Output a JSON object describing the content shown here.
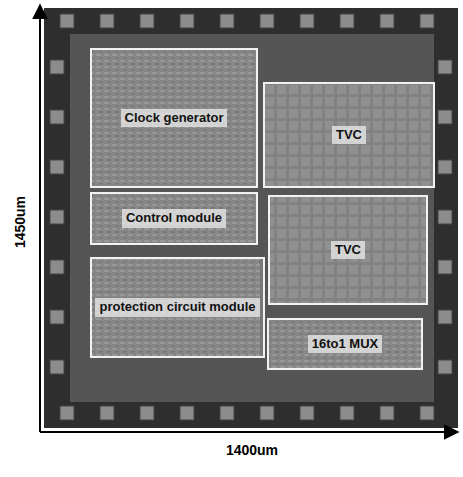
{
  "diagram": {
    "nodes": [
      {
        "text": [
          "Clock generator"
        ]
      },
      {
        "text": [
          "TVC"
        ]
      },
      {
        "text": [
          "Control module"
        ]
      },
      {
        "text": [
          "TVC"
        ]
      },
      {
        "text": [
          "protection circuit module"
        ]
      },
      {
        "text": [
          "16to1 MUX"
        ]
      }
    ],
    "labels": [
      "1450um",
      "1400um"
    ]
  }
}
